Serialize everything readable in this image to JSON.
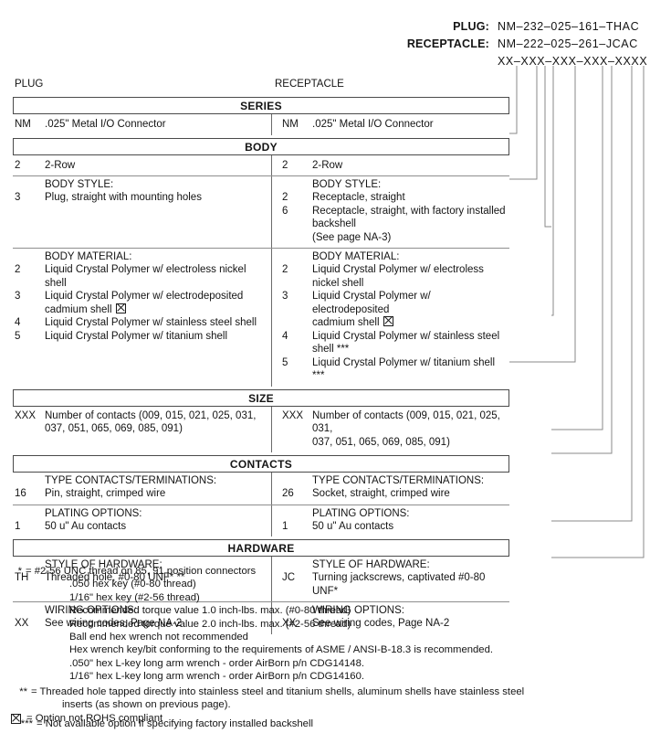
{
  "header": {
    "plug_label": "PLUG:",
    "plug_value": "NM–232–025–161–THAC",
    "receptacle_label": "RECEPTACLE:",
    "receptacle_value": "NM–222–025–261–JCAC",
    "generic_value": "XX–XXX–XXX–XXX–XXXX"
  },
  "columns": {
    "plug": "PLUG",
    "receptacle": "RECEPTACLE"
  },
  "sections": {
    "series": "SERIES",
    "body": "BODY",
    "size": "SIZE",
    "contacts": "CONTACTS",
    "hardware": "HARDWARE"
  },
  "series_row": {
    "plug": {
      "code": "NM",
      "desc": ".025\" Metal I/O Connector"
    },
    "receptacle": {
      "code": "NM",
      "desc": ".025\" Metal I/O Connector"
    }
  },
  "body_row": {
    "plug": {
      "code": "2",
      "desc": "2-Row"
    },
    "receptacle": {
      "code": "2",
      "desc": "2-Row"
    }
  },
  "body_style": {
    "title": "BODY STYLE:",
    "plug": [
      {
        "code": "3",
        "desc": "Plug, straight with mounting holes",
        "cont": ""
      }
    ],
    "receptacle": [
      {
        "code": "2",
        "desc": "Receptacle, straight",
        "cont": ""
      },
      {
        "code": "6",
        "desc": "Receptacle, straight, with factory installed backshell",
        "cont": "(See page NA-3)"
      }
    ]
  },
  "body_material": {
    "title": "BODY MATERIAL:",
    "plug": [
      {
        "code": "2",
        "desc": "Liquid Crystal Polymer w/ electroless nickel shell",
        "cont": "",
        "rohs": false
      },
      {
        "code": "3",
        "desc": "Liquid Crystal Polymer w/ electrodeposited",
        "cont": "cadmium shell",
        "rohs": true
      },
      {
        "code": "4",
        "desc": "Liquid Crystal Polymer w/ stainless steel shell",
        "cont": "",
        "rohs": false
      },
      {
        "code": "5",
        "desc": "Liquid Crystal Polymer w/ titanium shell",
        "cont": "",
        "rohs": false
      }
    ],
    "receptacle": [
      {
        "code": "2",
        "desc": "Liquid Crystal Polymer w/ electroless nickel shell",
        "cont": "",
        "rohs": false
      },
      {
        "code": "3",
        "desc": "Liquid Crystal Polymer w/ electrodeposited",
        "cont": "cadmium shell",
        "rohs": true
      },
      {
        "code": "4",
        "desc": "Liquid Crystal Polymer w/ stainless steel shell ***",
        "cont": "",
        "rohs": false
      },
      {
        "code": "5",
        "desc": "Liquid Crystal Polymer w/ titanium shell ***",
        "cont": "",
        "rohs": false
      }
    ]
  },
  "size_row": {
    "plug": {
      "code": "XXX",
      "desc": "Number of contacts (009, 015, 021, 025, 031,",
      "cont": "037, 051, 065, 069, 085, 091)"
    },
    "receptacle": {
      "code": "XXX",
      "desc": "Number of contacts (009, 015, 021, 025, 031,",
      "cont": "037, 051, 065, 069, 085, 091)"
    }
  },
  "contact_type": {
    "title": "TYPE CONTACTS/TERMINATIONS:",
    "plug": {
      "code": "16",
      "desc": "Pin, straight, crimped wire"
    },
    "receptacle": {
      "code": "26",
      "desc": "Socket, straight, crimped wire"
    }
  },
  "plating": {
    "title": "PLATING OPTIONS:",
    "plug": {
      "code": "1",
      "desc": "50 u\" Au contacts"
    },
    "receptacle": {
      "code": "1",
      "desc": "50 u\" Au contacts"
    }
  },
  "hardware_style": {
    "title": "STYLE OF HARDWARE:",
    "plug": {
      "code": "TH",
      "desc": "Threaded hole, #0-80 UNF*  **"
    },
    "receptacle": {
      "code": "JC",
      "desc": "Turning jackscrews, captivated #0-80 UNF*"
    }
  },
  "wiring": {
    "title": "WIRING OPTIONS:",
    "plug": {
      "code": "XX",
      "desc": "See wiring codes, Page NA-2"
    },
    "receptacle": {
      "code": "XX",
      "desc": "See wiring codes, Page NA-2"
    }
  },
  "footnotes": {
    "n1_mark": "*",
    "n1_eq": "= #2-56 UNC thread on 85, 91 position connectors",
    "n1_lines": [
      ".050 hex key (#0-80 thread)",
      "1/16\" hex key (#2-56 thread)",
      "Recommended torque value 1.0 inch-lbs. max. (#0-80 thread)",
      "Recommended torque value 2.0 inch-lbs. max. (#2-56 thread)",
      "Ball end hex wrench not recommended",
      "Hex wrench key/bit conforming to the requirements of ASME / ANSI-B-18.3 is recommended.",
      ".050\" hex L-key long arm wrench - order AirBorn p/n CDG14148.",
      "1/16\" hex L-key long arm wrench - order AirBorn p/n CDG14160."
    ],
    "n2_mark": "**",
    "n2_eq": "= Threaded hole tapped directly into stainless steel and titanium shells, aluminum shells have stainless steel",
    "n2_cont": "inserts (as shown on previous page).",
    "n3_mark": "***",
    "n3_eq": "= Not available option if specifying factory installed backshell",
    "rohs_note": "= Option not ROHS compliant"
  }
}
